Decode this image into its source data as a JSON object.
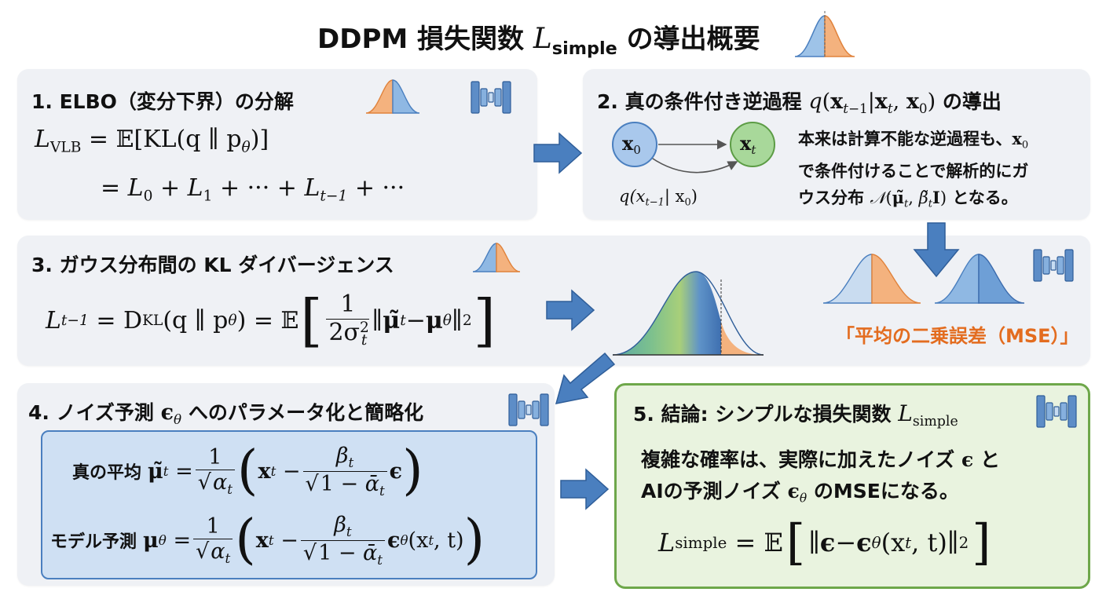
{
  "title": {
    "text": "DDPM 損失関数",
    "symbol": "L",
    "symbol_sub": "simple",
    "suffix": "の導出概要"
  },
  "panel1": {
    "title": "1. ELBO（変分下界）の分解",
    "eq1_lhs": "L",
    "eq1_lhs_sub": "VLB",
    "eq1_rhs": "= 𝔼[KL(q ∥ p",
    "eq1_rhs_sub": "θ",
    "eq1_close": ")]",
    "eq2": "= L",
    "eq2_terms": [
      "0",
      "1",
      "t−1"
    ]
  },
  "panel2": {
    "title": "2. 真の条件付き逆過程",
    "title_math": "q(x",
    "title_suffix": "の導出",
    "node_left": "x",
    "node_left_sub": "0",
    "node_right": "x",
    "node_right_sub": "t",
    "edge_label": "q(x",
    "edge_label_sub": "t−1",
    "edge_label_mid": "|   x",
    "edge_label_sub2": "0",
    "edge_label_end": ")",
    "desc_line1": "本来は計算不能な逆過程も、",
    "desc_line1_var": "x",
    "desc_line1_var_sub": "0",
    "desc_line2": "で条件付けることで解析的にガ",
    "desc_line3_pre": "ウス分布",
    "desc_line3_post": "となる。"
  },
  "panel3": {
    "title": "3. ガウス分布間の KL ダイバージェンス",
    "lhs": "L",
    "lhs_sub": "t−1",
    "mid": "= D",
    "mid_sub": "KL",
    "mid2": "(q ∥ p",
    "mid2_sub": "θ",
    "mid3": ") = 𝔼",
    "frac_num": "1",
    "frac_den": "2σ",
    "frac_den_sup": "2",
    "frac_den_sub": "t",
    "norm_a": "μ̃",
    "norm_a_sub": "t",
    "norm_b": "μ",
    "norm_b_sub": "θ",
    "norm_sup": "2"
  },
  "mse_label": "「平均の二乗誤差（MSE）」",
  "panel4": {
    "title": "4. ノイズ予測",
    "title_var": "ϵ",
    "title_var_sub": "θ",
    "title_suffix": "へのパラメータ化と簡略化",
    "row1_label": "真の平均",
    "row1_var": "μ̃",
    "row1_var_sub": "t",
    "row2_label": "モデル予測",
    "row2_var": "μ",
    "row2_var_sub": "θ",
    "frac_one": "1",
    "alpha": "α",
    "alpha_sub": "t",
    "x": "x",
    "x_sub": "t",
    "beta": "β",
    "beta_sub": "t",
    "one_minus": "1 − ",
    "alpha_bar": "ᾱ",
    "eps": "ϵ",
    "eps_sub": "θ",
    "eps_args": "(x",
    "eps_args_sub": "t",
    "eps_args_end": ", t)"
  },
  "panel5": {
    "title": "5. 結論: シンプルな損失関数",
    "title_var": "L",
    "title_var_sub": "simple",
    "line1": "複雑な確率は、実際に加えたノイズ",
    "line1_var": "ϵ",
    "line1_end": "と",
    "line2_pre": "AIの予測ノイズ",
    "line2_var": "ϵ",
    "line2_var_sub": "θ",
    "line2_post": "のMSEになる。",
    "eq_lhs": "L",
    "eq_lhs_sub": "simple",
    "eq_mid": "= 𝔼",
    "eq_eps": "ϵ",
    "eq_minus": " − ",
    "eq_eps_theta": "ϵ",
    "eq_eps_theta_sub": "θ",
    "eq_args": "(x",
    "eq_args_sub": "t",
    "eq_args_end": ", t)",
    "eq_sup": "2"
  },
  "colors": {
    "panel_bg": "#eff1f5",
    "arrow_blue": "#4a7fbf",
    "gauss_orange": "#f2a065",
    "gauss_blue": "#7aa9d8",
    "node_blue": "#a9c8ec",
    "node_green": "#a8d89a",
    "panel4_blue": "#cfe0f3",
    "panel5_green": "#e9f3df",
    "panel5_border": "#6ea74a",
    "mse_orange": "#e36c1f"
  },
  "icons": [
    "gaussian-icon",
    "autoencoder-icon"
  ]
}
